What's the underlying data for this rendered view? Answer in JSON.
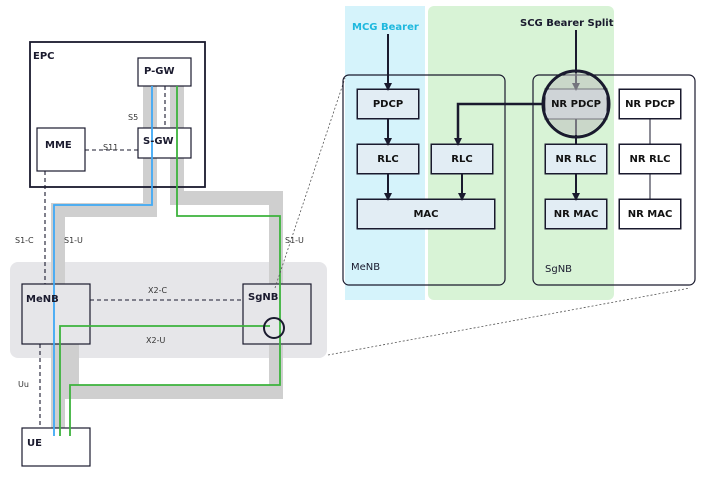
{
  "left": {
    "epc": "EPC",
    "pgw": "P-GW",
    "sgw": "S-GW",
    "mme": "MME",
    "s5": "S5",
    "s11": "S11",
    "s1c": "S1-C",
    "s1u_left": "S1-U",
    "s1u_right": "S1-U",
    "x2c": "X2-C",
    "x2u": "X2-U",
    "menb": "MeNB",
    "sgnb": "SgNB",
    "uu": "Uu",
    "ue": "UE"
  },
  "right": {
    "mcg_title": "MCG Bearer",
    "scg_title": "SCG Bearer Split",
    "pdcp": "PDCP",
    "rlc_1": "RLC",
    "rlc_2": "RLC",
    "mac": "MAC",
    "menb": "MeNB",
    "nr_pdcp_1": "NR PDCP",
    "nr_rlc_1": "NR RLC",
    "nr_mac_1": "NR MAC",
    "nr_pdcp_2": "NR PDCP",
    "nr_rlc_2": "NR RLC",
    "nr_mac_2": "NR MAC",
    "sgnb": "SgNB"
  },
  "colors": {
    "mcg_bg": "#d5f3fb",
    "scg_bg": "#d8f3d6",
    "mcg_title": "#1eb8de",
    "blue_path": "#3fa9f5",
    "green_path": "#3cb33c",
    "gray_band": "#cfcfcf",
    "region_bg": "#e6e6e9",
    "border": "#1a1a2e",
    "box_fill": "#e2edf4"
  }
}
